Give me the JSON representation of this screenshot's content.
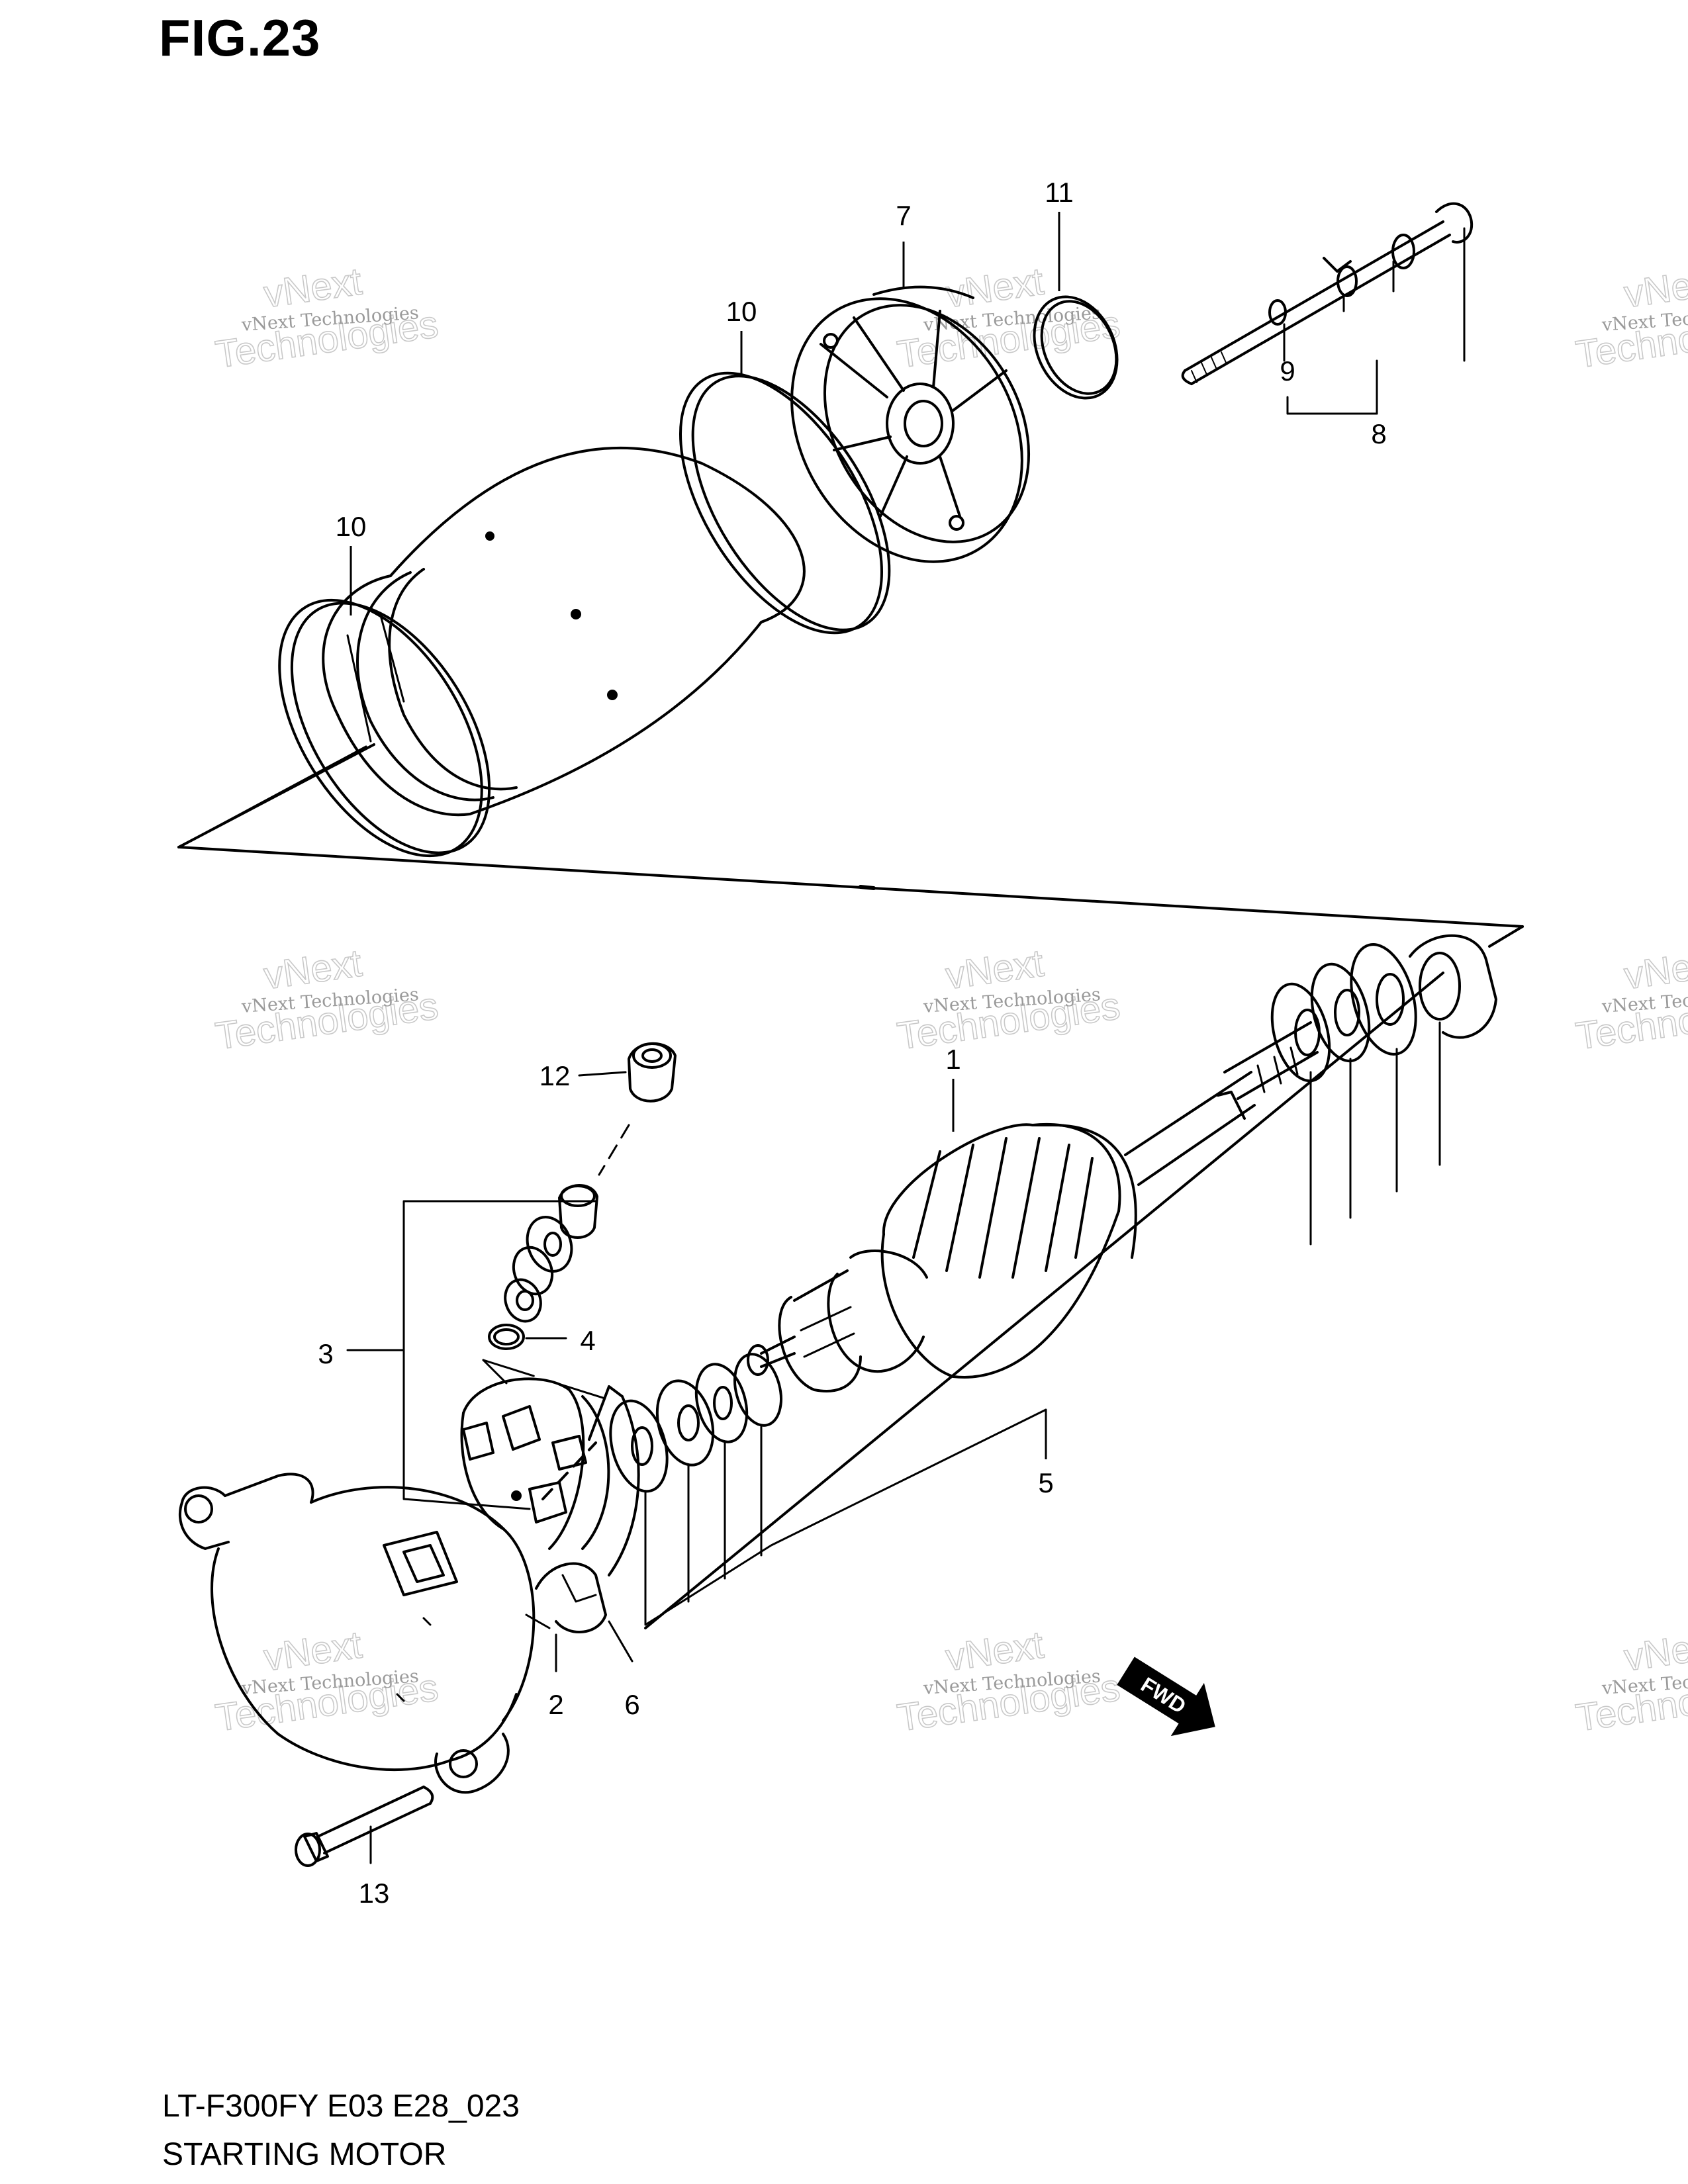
{
  "figure": {
    "title": "FIG.23"
  },
  "footer": {
    "model_code": "LT-F300FY E03 E28_023",
    "section_name": "STARTING MOTOR"
  },
  "callouts": [
    "1",
    "2",
    "3",
    "4",
    "5",
    "6",
    "7",
    "8",
    "9",
    "10",
    "10",
    "11",
    "12",
    "13"
  ],
  "fwd_label": "FWD",
  "watermark": {
    "line1": "vNext Technologies",
    "line2": "vNext",
    "line3": "Technologies"
  },
  "colors": {
    "ink": "#000000",
    "watermark": "#9a9a9a",
    "background": "#ffffff"
  }
}
